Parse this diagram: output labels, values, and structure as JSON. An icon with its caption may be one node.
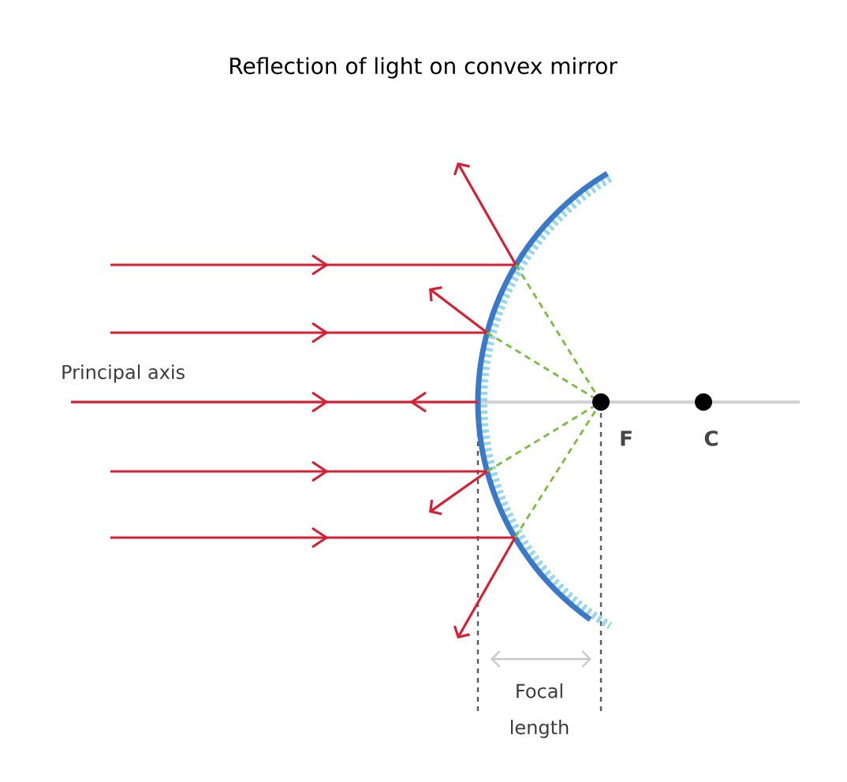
{
  "diagram": {
    "title": "Reflection of light on convex mirror",
    "labels": [
      "Principal axis",
      "F",
      "C",
      "Focal length"
    ]
  }
}
